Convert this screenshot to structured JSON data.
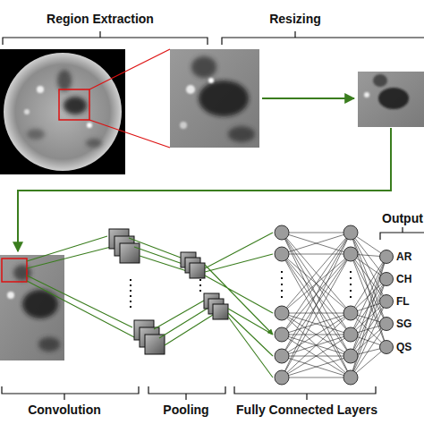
{
  "diagram": {
    "nodes": [
      {
        "text": [
          "AR"
        ]
      },
      {
        "text": [
          "CH"
        ]
      },
      {
        "text": [
          "FL"
        ]
      },
      {
        "text": [
          "SG"
        ]
      },
      {
        "text": [
          "QS"
        ]
      }
    ],
    "labels": [
      "Region Extraction",
      "Resizing",
      "Convolution",
      "Pooling",
      "Fully Connected Layers",
      "Output"
    ]
  }
}
